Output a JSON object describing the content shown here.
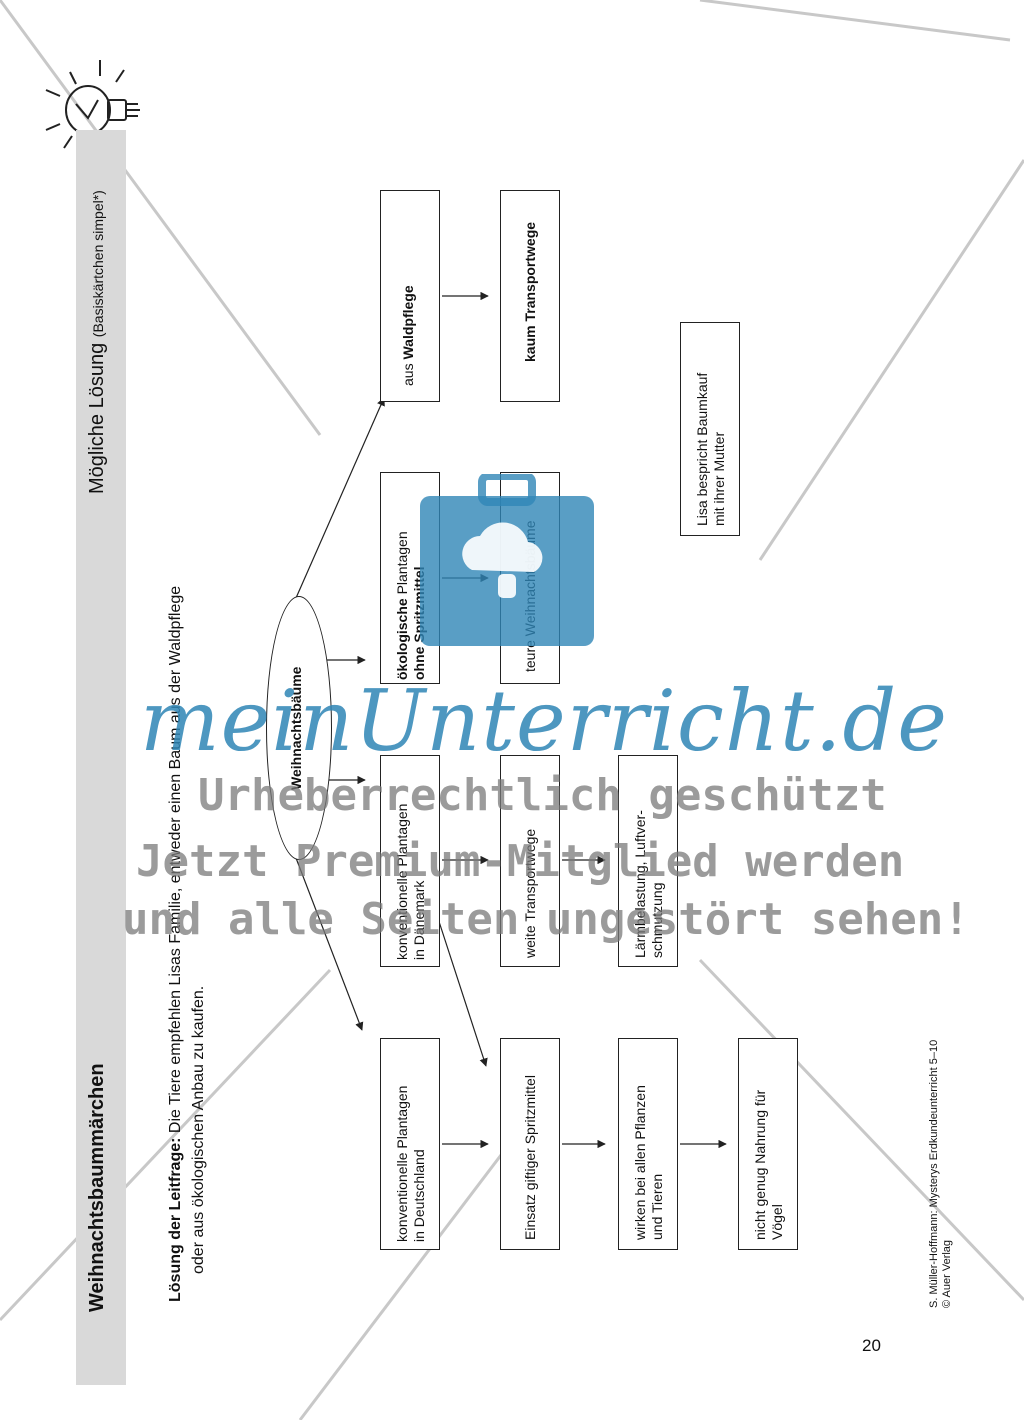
{
  "header": {
    "title": "Weihnachtsbaummärchen",
    "subtitle": "Mögliche Lösung",
    "subtitle_note": "(Basiskärtchen simpel*)"
  },
  "leitfrage": {
    "label": "Lösung der Leitfrage:",
    "line1": " Die Tiere empfehlen Lisas Familie, entweder einen Baum aus der Waldpflege",
    "line2": "oder aus ökologischen Anbau zu kaufen."
  },
  "diagram": {
    "center": "Weihnachtsbäume",
    "boxes": {
      "konv_de": "konventionelle Plantagen|in Deutschland",
      "spritz": "Einsatz giftiger Spritzmittel",
      "wirken": "wirken bei allen Pflanzen|und Tieren",
      "nahrung": "nicht genug Nahrung für|Vögel",
      "konv_dk": "konventionelle Plantagen|in Dänemark",
      "weite": "weite Transportwege",
      "laerm": "Lärmbelastung, Luftver-|schmutzung",
      "oeko_bold": "ökologische",
      "oeko_rest": " Plantagen",
      "oeko_line2": "ohne Spritzmittel",
      "teuer": "teure Weihnachtsbäume",
      "wald_pre": "aus ",
      "wald_bold": "Waldpflege",
      "kaum": "kaum Transportwege",
      "lisa": "Lisa bespricht Baumkauf|mit ihrer Mutter"
    }
  },
  "footer": {
    "page_number": "20",
    "credit_line1": "S. Müller-Hoffmann: Mysterys Erdkundeunterricht 5–10",
    "credit_line2": "© Auer Verlag"
  },
  "watermark": {
    "logo": "meinUnterricht.de",
    "line1": "Urheberrechtlich geschützt",
    "line2": "Jetzt Premium-Mitglied werden",
    "line3": "und alle Seiten ungestört sehen!"
  },
  "icons": [
    "lightbulb-icon",
    "briefcase-cloud-icon"
  ],
  "colors": {
    "band": "#d9d9d9",
    "watermark_blue": "#2f86b6",
    "watermark_grey": "#7a7a7a"
  }
}
